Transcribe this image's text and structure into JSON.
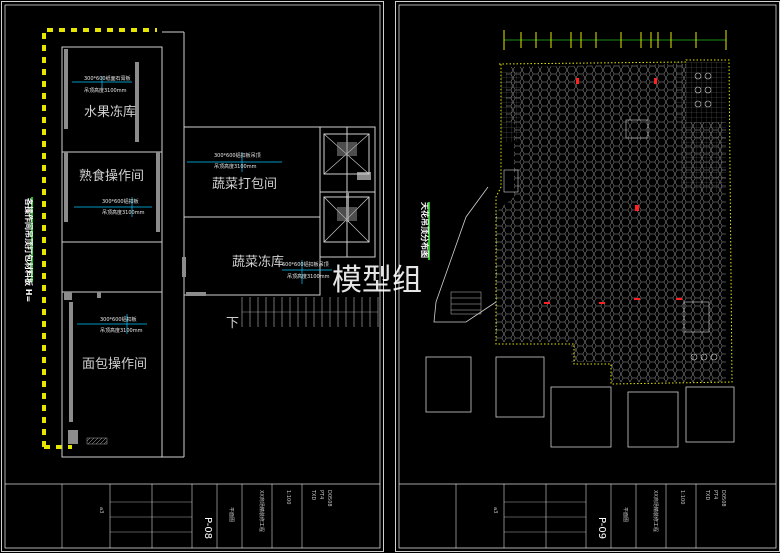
{
  "watermark": "模型组",
  "left_sheet": {
    "sheet_number": "P-08",
    "page_code": "a3",
    "rooms": {
      "fruit_freezer": "水果冻库",
      "cooked_food": "熟食操作间",
      "vegetable_packing": "蔬菜打包间",
      "vegetable_freezer": "蔬菜冻库",
      "bread_room": "面包操作间"
    },
    "side_note": "各操作间吊顶打包材料板 H=",
    "stair_label": "下",
    "notes": {
      "n1a": "300*600纸面石膏板",
      "n1b": "吊顶高度3100mm",
      "n2a": "300*600铝扣板吊顶",
      "n2b": "吊顶高度3100mm",
      "n3a": "300*600铝扣板",
      "n3b": "吊顶高度3100mm",
      "n4a": "600*600铝扣板吊顶",
      "n4b": "吊顶高度3100mm",
      "n5a": "300*600铝扣板",
      "n5b": "吊顶高度3100mm"
    },
    "title_block": {
      "drawing_title": "平面图",
      "project": "XX商场精装修工程",
      "scale": "1:100",
      "row1": "TXD",
      "row2": "PT4",
      "row3": "D0508"
    }
  },
  "right_sheet": {
    "sheet_number": "P-09",
    "page_code": "a3",
    "side_note": "天花吊顶分布图",
    "title_block": {
      "drawing_title": "平面图",
      "project": "XX商场精装修工程",
      "scale": "1:100",
      "row1": "TXD",
      "row2": "PT4",
      "row3": "D0508"
    }
  }
}
